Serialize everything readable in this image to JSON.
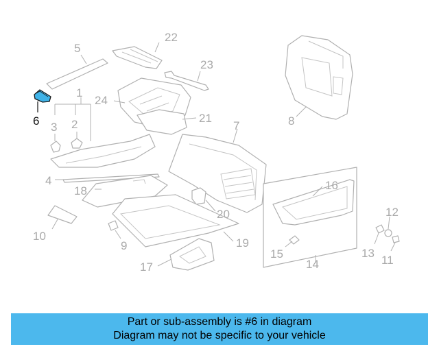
{
  "highlight": {
    "part_number": "6",
    "color": "#3fb3e8"
  },
  "callouts": [
    "1",
    "2",
    "3",
    "4",
    "5",
    "6",
    "7",
    "8",
    "9",
    "10",
    "11",
    "12",
    "13",
    "14",
    "15",
    "16",
    "17",
    "18",
    "19",
    "20",
    "21",
    "22",
    "23",
    "24"
  ],
  "banner": {
    "line1": "Part or sub-assembly is #6 in diagram",
    "line2": "Diagram may not be specific to your vehicle",
    "background": "#4cb8ed"
  }
}
